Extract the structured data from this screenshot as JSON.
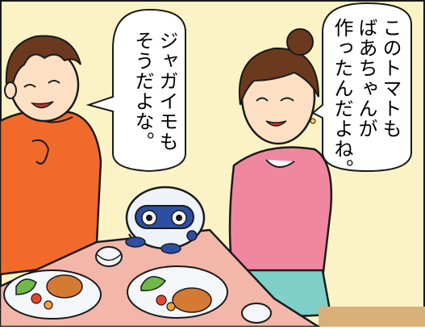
{
  "scene": {
    "bubble_right": {
      "lines": [
        "このトマトも",
        "ばあちゃんが",
        "作ったんだよね。"
      ]
    },
    "bubble_left": {
      "lines": [
        "ジャガイモも",
        "そうだよな。"
      ]
    }
  },
  "colors": {
    "wall": "#fbf3c6",
    "table": "#f2b7a8",
    "boy_sweater": "#f26a2a",
    "girl_sweater": "#f087a0",
    "hair": "#6b3a1e",
    "skin": "#fde0c4",
    "robot_blue": "#2d4fa3",
    "plate": "#f4f7fa",
    "outline": "#1a1a1a"
  }
}
